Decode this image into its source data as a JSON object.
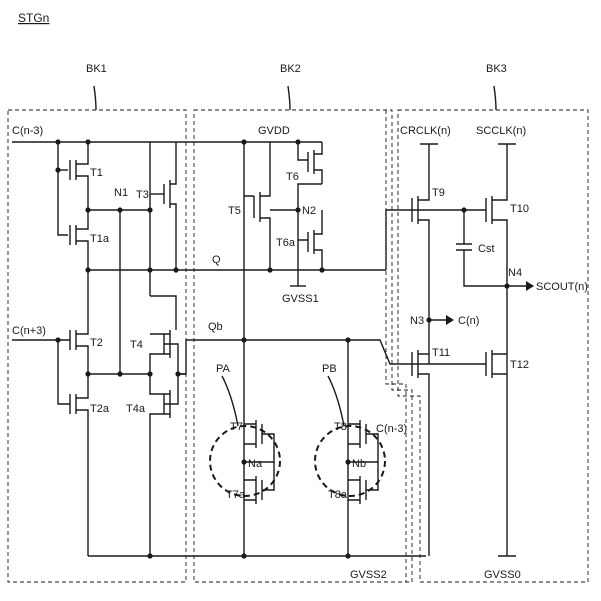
{
  "stage_title": "STGn",
  "blocks": {
    "bk1": "BK1",
    "bk2": "BK2",
    "bk3": "BK3"
  },
  "groups": {
    "pa": "PA",
    "pb": "PB"
  },
  "signals": {
    "c_n_minus_3": "C(n-3)",
    "c_n_plus_3": "C(n+3)",
    "c_n_minus_3_right": "C(n-3)",
    "gvdd": "GVDD",
    "gvss1": "GVSS1",
    "gvss2": "GVSS2",
    "gvss0": "GVSS0",
    "crclk": "CRCLK(n)",
    "scclk": "SCCLK(n)",
    "scout": "SCOUT(n)",
    "c_n": "C(n)"
  },
  "nodes": {
    "q": "Q",
    "qb": "Qb",
    "n1": "N1",
    "n2": "N2",
    "n3": "N3",
    "n4": "N4",
    "na": "Na",
    "nb": "Nb",
    "cst": "Cst"
  },
  "transistors": {
    "t1": "T1",
    "t1a": "T1a",
    "t2": "T2",
    "t2a": "T2a",
    "t3": "T3",
    "t4": "T4",
    "t4a": "T4a",
    "t5": "T5",
    "t6": "T6",
    "t6a": "T6a",
    "t7": "T7",
    "t7a": "T7a",
    "t8": "T8",
    "t8a": "T8a",
    "t9": "T9",
    "t10": "T10",
    "t11": "T11",
    "t12": "T12"
  }
}
